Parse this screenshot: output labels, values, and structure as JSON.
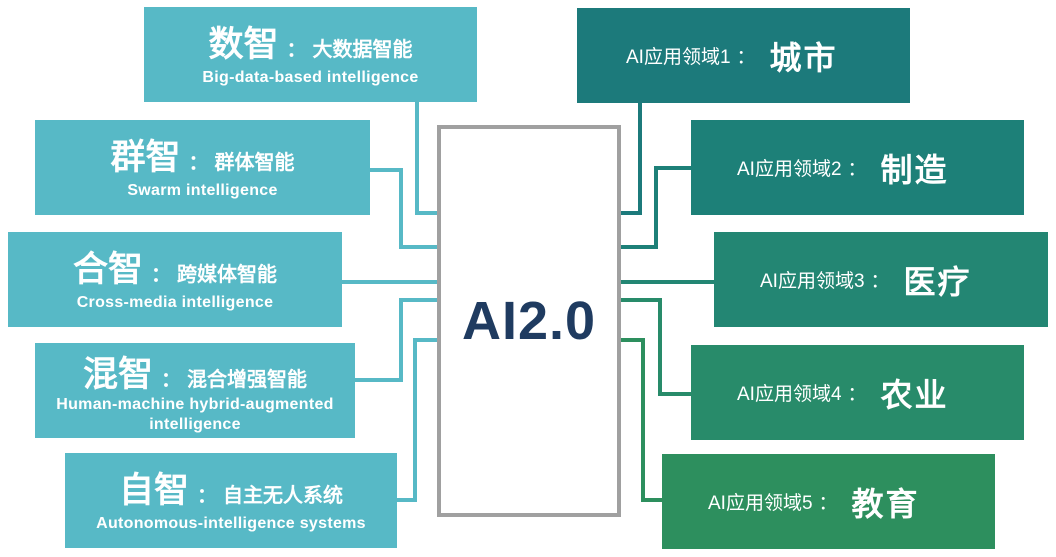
{
  "center": {
    "label": "AI2.0"
  },
  "left_items": [
    {
      "big": "数智",
      "sep": "：",
      "cn": "大数据智能",
      "en": [
        "Big-data-based intelligence"
      ]
    },
    {
      "big": "群智",
      "sep": "：",
      "cn": "群体智能",
      "en": [
        "Swarm intelligence"
      ]
    },
    {
      "big": "合智",
      "sep": "：",
      "cn": "跨媒体智能",
      "en": [
        "Cross-media intelligence"
      ]
    },
    {
      "big": "混智",
      "sep": "：",
      "cn": "混合增强智能",
      "en": [
        "Human-machine hybrid-augmented",
        "intelligence"
      ]
    },
    {
      "big": "自智",
      "sep": "：",
      "cn": "自主无人系统",
      "en": [
        "Autonomous-intelligence systems"
      ]
    }
  ],
  "right_items": [
    {
      "label": "AI应用领域1",
      "sep": "：",
      "name": "城市",
      "color": "#1c7a7b"
    },
    {
      "label": "AI应用领域2",
      "sep": "：",
      "name": "制造",
      "color": "#1d8078"
    },
    {
      "label": "AI应用领域3",
      "sep": "：",
      "name": "医疗",
      "color": "#238673"
    },
    {
      "label": "AI应用领域4",
      "sep": "：",
      "name": "农业",
      "color": "#288b6a"
    },
    {
      "label": "AI应用领域5",
      "sep": "：",
      "name": "教育",
      "color": "#2d8f5e"
    }
  ],
  "colors": {
    "left_box": "#57b9c6",
    "center_border": "#a0a0a0",
    "center_text": "#1f3b60"
  }
}
